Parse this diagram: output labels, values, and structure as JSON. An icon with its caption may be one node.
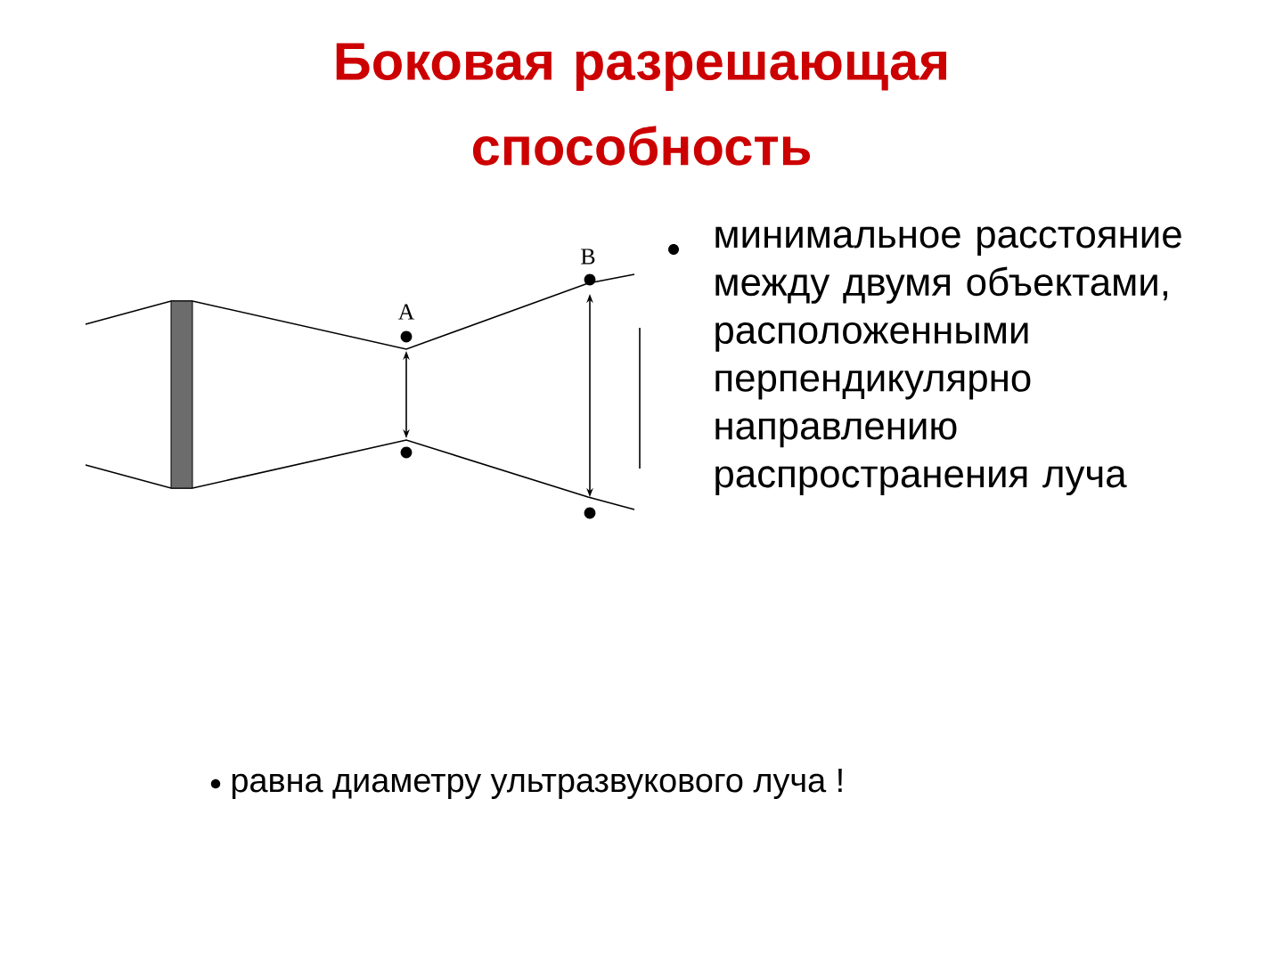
{
  "diagram": {
    "title": "Боковая разрешающая способность",
    "labels": [
      "A",
      "B",
      "минимальное расстояние между двумя объектами, расположенными перпендикулярно направлению распространения луча",
      "равна диаметру ультразвукового луча !"
    ]
  }
}
